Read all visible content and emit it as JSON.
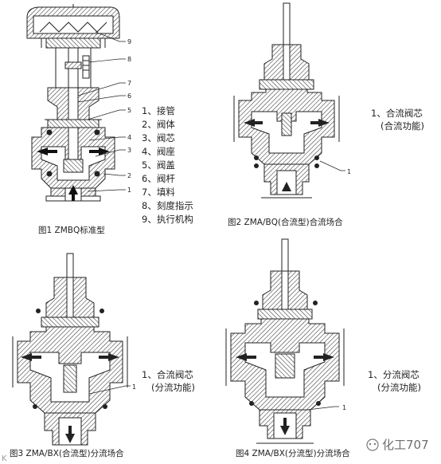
{
  "figures": [
    {
      "caption": "图1 ZMBQ标准型",
      "callouts": [
        "9",
        "8",
        "7",
        "6",
        "5",
        "4",
        "3",
        "2",
        "1"
      ],
      "legend": [
        "1、接管",
        "2、阀体",
        "3、阀芯",
        "4、阀座",
        "5、阀盖",
        "6、阀杆",
        "7、填料",
        "8、刻度指示",
        "9、执行机构"
      ]
    },
    {
      "caption": "图2  ZMA/BQ(合流型)合流场合",
      "callouts": [
        "1"
      ],
      "notes": [
        "1、合流阀芯",
        "(合流功能)"
      ]
    },
    {
      "caption": "图3  ZMA/BX(合流型)分流场合",
      "callouts": [
        "1"
      ],
      "notes": [
        "1、合流阀芯",
        "(分流功能)"
      ]
    },
    {
      "caption": "图4  ZMA/BX(分流型)分流场合",
      "callouts": [
        "1"
      ],
      "notes": [
        "1、分流阀芯",
        "(分流功能)"
      ]
    }
  ],
  "watermark": "化工707",
  "corner_mark": "K"
}
